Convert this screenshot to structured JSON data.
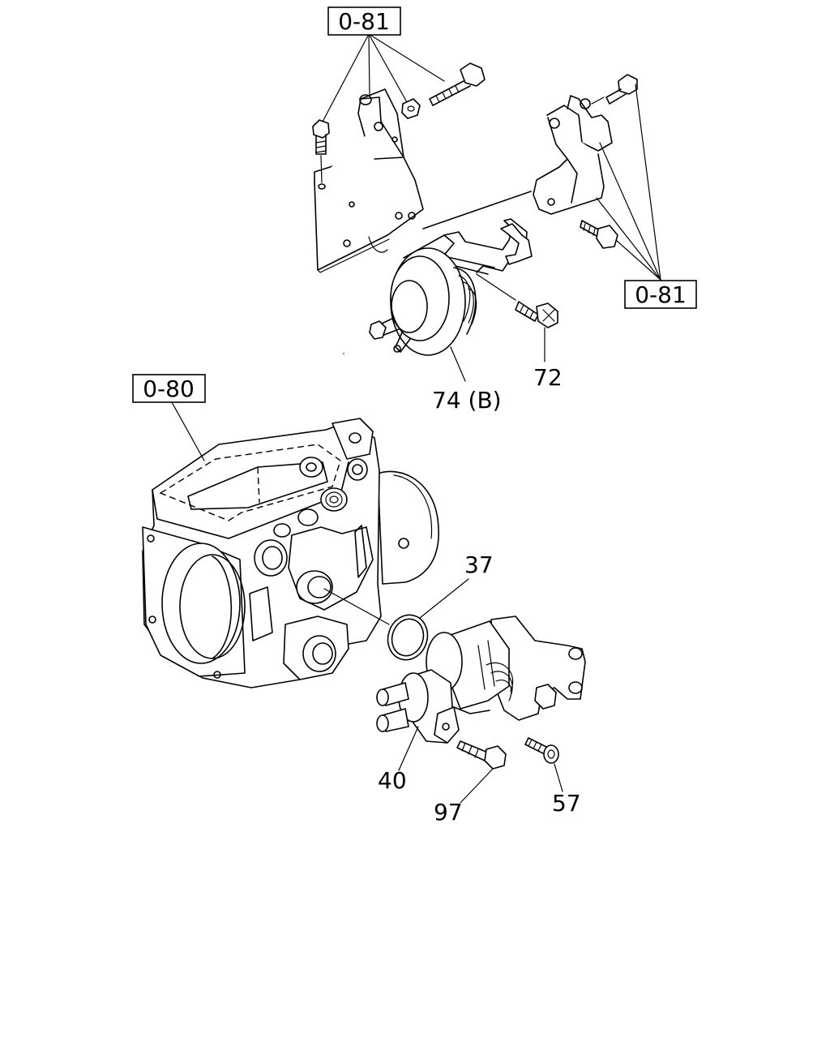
{
  "references": {
    "ref_top": "0-81",
    "ref_right": "0-81",
    "ref_left": "0-80"
  },
  "callouts": {
    "p72": "72",
    "p74b": "74 (B)",
    "p37": "37",
    "p40": "40",
    "p97": "97",
    "p57": "57"
  }
}
